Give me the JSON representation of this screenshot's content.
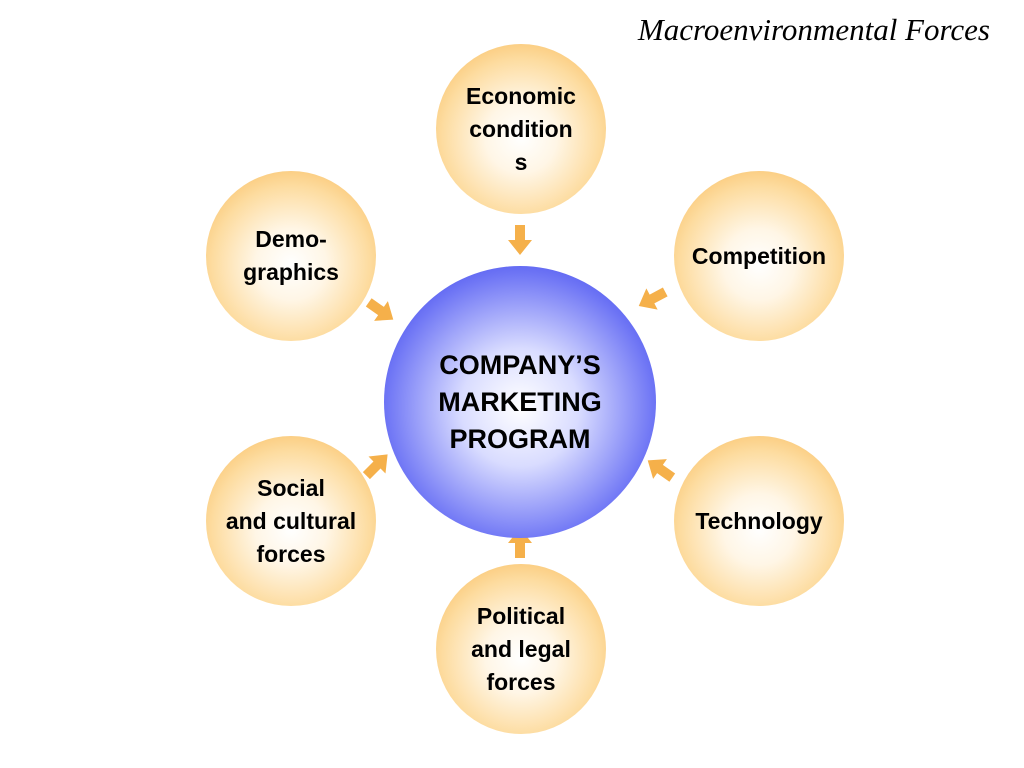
{
  "title": "Macroenvironmental Forces",
  "center": {
    "label": "COMPANY’S\nMARKETING\nPROGRAM"
  },
  "forces": {
    "economic": "Economic\ncondition\ns",
    "demographics": "Demo-\ngraphics",
    "competition": "Competition",
    "social": "Social\nand cultural\nforces",
    "technology": "Technology",
    "political": "Political\nand legal\nforces"
  },
  "colors": {
    "force_fill": "#f7b24a",
    "center_fill": "#1d26e6",
    "arrow": "#f5b04a"
  }
}
